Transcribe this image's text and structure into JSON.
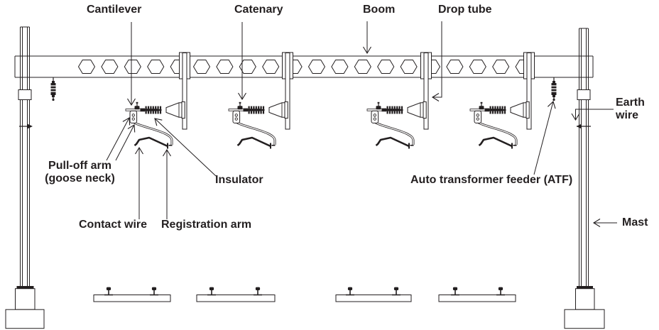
{
  "diagram": {
    "type": "overhead-line-equipment-portal-diagram",
    "colors": {
      "line": "#231f20",
      "background": "#ffffff"
    },
    "counts": {
      "hexagon_holes": 20,
      "cantilever_assemblies": 4,
      "drop_tubes": 4,
      "sleepers": 4,
      "masts": 2,
      "atf_insulators": 2
    }
  },
  "labels": {
    "cantilever": "Cantilever",
    "catenary": "Catenary",
    "boom": "Boom",
    "drop_tube": "Drop tube",
    "earth_wire_line1": "Earth",
    "earth_wire_line2": "wire",
    "mast": "Mast",
    "pull_off_arm_line1": "Pull-off arm",
    "pull_off_arm_line2": "(goose neck)",
    "insulator": "Insulator",
    "contact_wire": "Contact wire",
    "registration_arm": "Registration arm",
    "atf": "Auto transformer feeder (ATF)"
  }
}
